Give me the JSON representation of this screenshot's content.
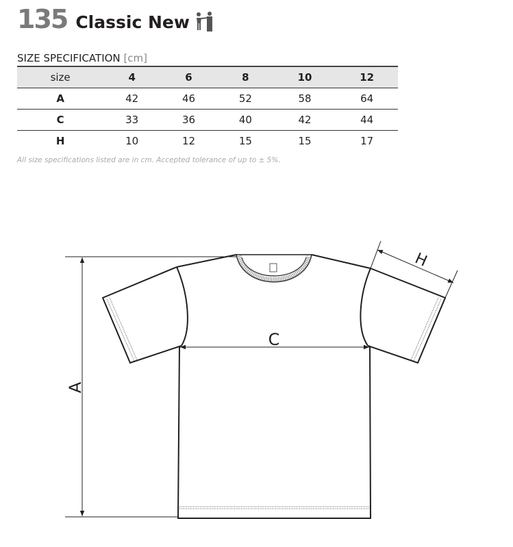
{
  "header": {
    "model_number": "135",
    "model_name": "Classic New",
    "icon": "kids-icon"
  },
  "spec_title": "SIZE SPECIFICATION",
  "spec_unit": "[cm]",
  "table": {
    "columns": [
      "size",
      "4",
      "6",
      "8",
      "10",
      "12"
    ],
    "rows": [
      [
        "A",
        "42",
        "46",
        "52",
        "58",
        "64"
      ],
      [
        "C",
        "33",
        "36",
        "40",
        "42",
        "44"
      ],
      [
        "H",
        "10",
        "12",
        "15",
        "15",
        "17"
      ]
    ]
  },
  "note": "All size specifications listed are in cm. Accepted tolerance of up to ± 5%.",
  "diagram": {
    "label_a": "A",
    "label_c": "C",
    "label_h": "H"
  }
}
